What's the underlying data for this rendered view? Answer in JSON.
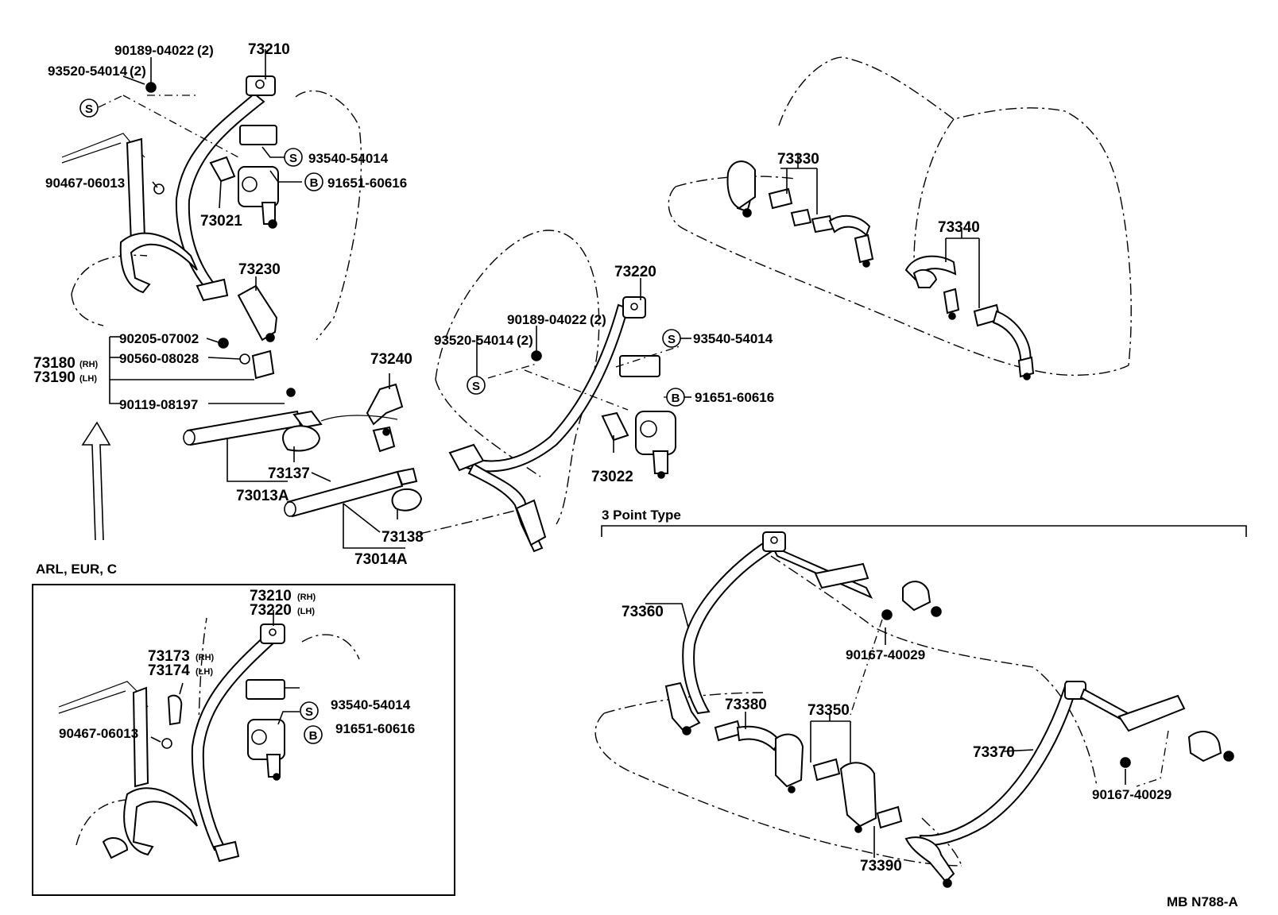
{
  "parts": {
    "p73210": "73210",
    "p90189_a": "90189-04022",
    "p90189_a_qty": "(2)",
    "p93520_a": "93520-54014",
    "p93520_a_qty": "(2)",
    "p93540_a": "93540-54014",
    "p91651_a": "91651-60616",
    "p90467_a": "90467-06013",
    "p73021": "73021",
    "p73230": "73230",
    "p90205": "90205-07002",
    "p90560": "90560-08028",
    "p73180": "73180",
    "p73180_side": "(RH)",
    "p73190": "73190",
    "p73190_side": "(LH)",
    "p90119": "90119-08197",
    "p73240": "73240",
    "p73137": "73137",
    "p73013A": "73013A",
    "p73138": "73138",
    "p73014A": "73014A",
    "p73220": "73220",
    "p90189_b": "90189-04022",
    "p90189_b_qty": "(2)",
    "p93520_b": "93520-54014",
    "p93520_b_qty": "(2)",
    "p93540_b": "93540-54014",
    "p91651_b": "91651-60616",
    "p73022": "73022",
    "p73330": "73330",
    "p73340": "73340",
    "p73360": "73360",
    "p90167_a": "90167-40029",
    "p73380": "73380",
    "p73350": "73350",
    "p73370": "73370",
    "p90167_b": "90167-40029",
    "p73390": "73390"
  },
  "inset": {
    "title": "ARL, EUR, C",
    "p73210": "73210",
    "p73210_side": "(RH)",
    "p73220": "73220",
    "p73220_side": "(LH)",
    "p73173": "73173",
    "p73173_side": "(RH)",
    "p73174": "73174",
    "p73174_side": "(LH)",
    "p93540": "93540-54014",
    "p91651": "91651-60616",
    "p90467": "90467-06013"
  },
  "symbols": {
    "s": "S",
    "b": "B"
  },
  "section_title": "3 Point Type",
  "drawing_code": "MB N788-A"
}
